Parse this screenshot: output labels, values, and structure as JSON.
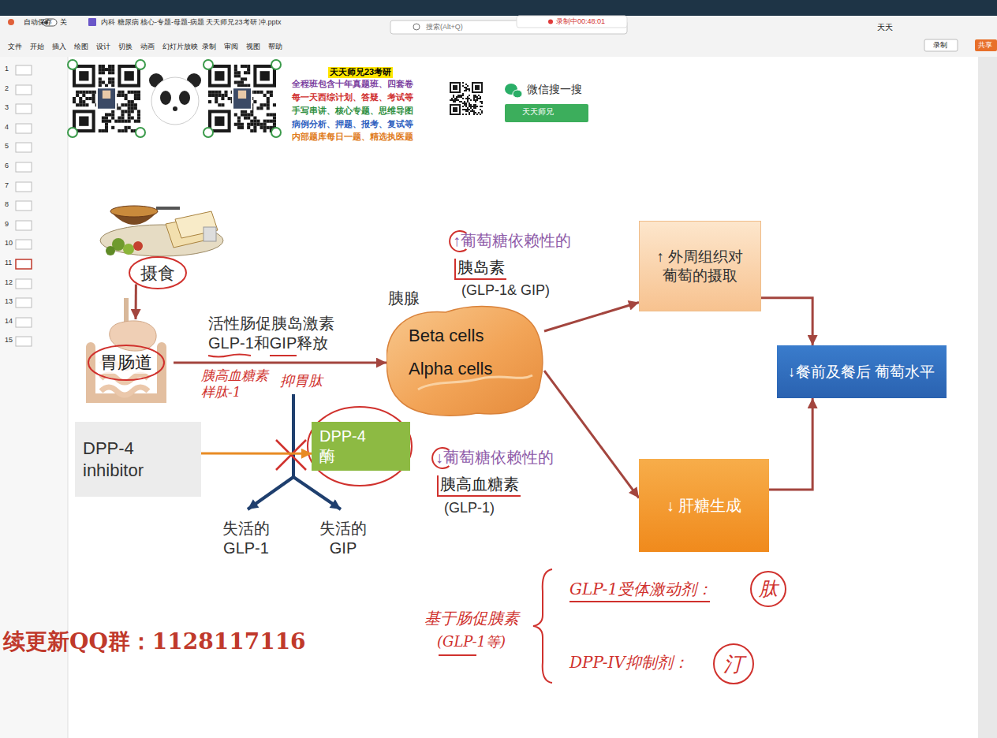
{
  "diagram": {
    "nodes": [
      {
        "text": [
          "摄食"
        ]
      },
      {
        "text": [
          "胃肠道"
        ]
      },
      {
        "text": [
          "胰腺",
          "Beta cells",
          "Alpha cells"
        ]
      },
      {
        "text": [
          "↑ 外周组织对 葡萄的摄取"
        ]
      },
      {
        "text": [
          "↓ 肝糖生成"
        ]
      },
      {
        "text": [
          "↓餐前及餐后 葡萄水平"
        ]
      },
      {
        "text": [
          "DPP-4 inhibitor"
        ]
      },
      {
        "text": [
          "DPP-4 酶"
        ]
      }
    ],
    "edges": [
      {
        "from": 0,
        "to": 1,
        "arrow": "to"
      },
      {
        "from": 1,
        "to": 2,
        "arrow": "to",
        "label": "活性肠促胰岛激素 GLP-1和GIP释放"
      },
      {
        "from": 2,
        "to": 3,
        "arrow": "to"
      },
      {
        "from": 2,
        "to": 4,
        "arrow": "to"
      },
      {
        "from": 3,
        "to": 5,
        "arrow": "to"
      },
      {
        "from": 4,
        "to": 5,
        "arrow": "to"
      },
      {
        "from": 6,
        "to": 7,
        "arrow": "to"
      }
    ],
    "labels": [
      "自动保存",
      "关",
      "内科 糖尿病 核心-专题-母题-病题 天天师兄23考研 冲.pptx",
      "搜索(Alt+Q)",
      "录制中00:48:01",
      "天天",
      "文件",
      "开始",
      "插入",
      "绘图",
      "设计",
      "切换",
      "动画",
      "幻灯片放映",
      "录制",
      "审阅",
      "视图",
      "帮助",
      "录制",
      "共享",
      "1",
      "2",
      "3",
      "4",
      "5",
      "6",
      "7",
      "8",
      "9",
      "10",
      "11",
      "12",
      "13",
      "14",
      "15",
      "天天师兄23考研",
      "全程班包含十年真题班、四套卷",
      "每一天西综计划、答疑、考试等",
      "手写串讲、核心专题、思维导图",
      "病例分析、押题、报考、复试等",
      "内部题库每日一题、精选执医题",
      "微信搜一搜",
      "天天师兄",
      "胰高血糖素样肽-1",
      "抑胃肽",
      "↑葡萄糖依赖性的",
      "胰岛素",
      "(GLP-1& GIP)",
      "↓葡萄糖依赖性的",
      "胰高血糖素",
      "(GLP-1)",
      "失活的 GLP-1",
      "失活的 GIP",
      "基于肠促胰素",
      "(GLP-1等)",
      "GLP-1受体激动剂：",
      "肽",
      "DPP-IV抑制剂：",
      "汀",
      "续更新QQ群：1128117116"
    ]
  }
}
